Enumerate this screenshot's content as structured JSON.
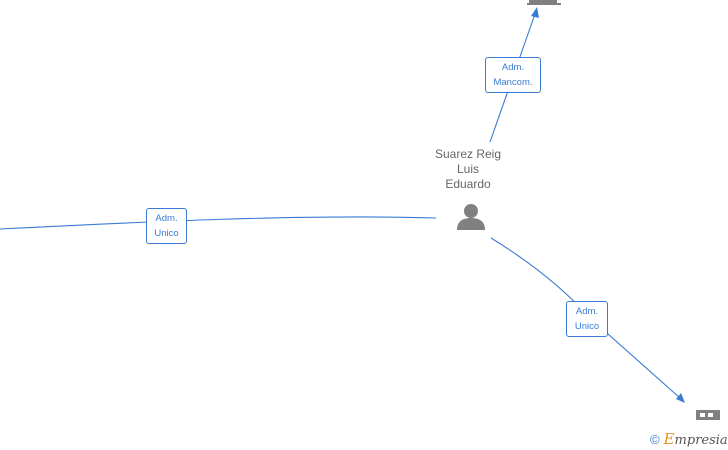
{
  "person": {
    "name_lines": [
      "Suarez Reig",
      "Luis",
      "Eduardo"
    ],
    "icon": "person-icon"
  },
  "edges": [
    {
      "id": "edge-top",
      "role_lines": [
        "Adm.",
        "Mancom."
      ]
    },
    {
      "id": "edge-left",
      "role_lines": [
        "Adm.",
        "Unico"
      ]
    },
    {
      "id": "edge-bottom-right",
      "role_lines": [
        "Adm.",
        "Unico"
      ]
    }
  ],
  "companies": [
    {
      "id": "company-top",
      "icon": "building-icon"
    },
    {
      "id": "company-bottom-right",
      "icon": "building-icon"
    }
  ],
  "footer": {
    "copyright_symbol": "©",
    "brand_initial": "E",
    "brand_rest": "mpresia"
  },
  "colors": {
    "edge": "#3a7bd5",
    "node_icon": "#808080",
    "label_text": "#666666",
    "brand_accent": "#e8931e"
  }
}
